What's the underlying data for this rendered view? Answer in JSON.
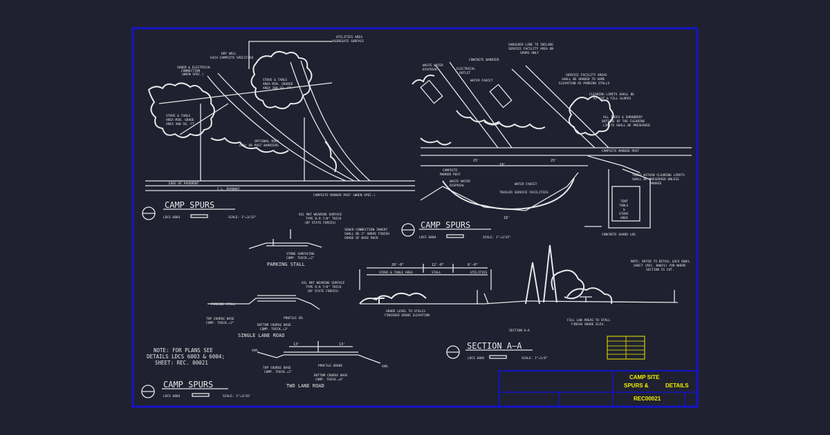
{
  "colors": {
    "background": "#1f2130",
    "linework": "#e8e8ea",
    "border": "#1414c8",
    "titleblock_text": "#f5f000"
  },
  "camp_spurs_plan": {
    "title": "CAMP SPURS",
    "ref": "LDCS 6003",
    "scale": "SCALE: 1\"=3/32\"",
    "labels": {
      "utilities_area": "UTILITIES AREA",
      "aggregate_surface": "AGGREGATE SURFACE",
      "dry_well": "DRY WELL",
      "each_campsite": "EACH CAMPSITE SPECIFIED",
      "sewer_elec": "SEWER & ELECTRICAL",
      "connection": "CONNECTION",
      "when_spec": "(WHEN SPEC.)",
      "stove_table_1": "STOVE & TABLE",
      "area_min_grade": "AREA MIN. GRADE",
      "area_sqft": "AREA 300 SQ. FT.",
      "stove_table_2": "STOVE & TABLE",
      "area_min_graded": "AREA MIN. GRADED",
      "area_sqft_2": "AREA 300 SQ. FT.",
      "optional_rock": "OPTIONAL ROCK",
      "post_barriers": "AND/ OR POST BARRIERS",
      "edge_pavement": "EDGE OF PAVEMENT",
      "cl_roadway": "C.L. ROADWAY",
      "marker_post": "CAMPSITE MARKER POST (WHEN SPEC.)"
    }
  },
  "camp_spurs_trailer": {
    "title": "CAMP SPURS",
    "ref": "LDCS 6004",
    "scale": "SCALE: 1\"=3/32\"",
    "labels": {
      "waste_water": "WASTE WATER",
      "disposal": "DISPOSAL",
      "electrical": "ELECTRICAL",
      "outlet": "OUTLET",
      "concrete_barrier": "CONCRETE BARRIER",
      "water_faucet": "WATER FAUCET",
      "shoulder_line": "SHOULDER LINE TO INCLUDE",
      "service_facility_area": "SERVICE FACILITY AREA ON",
      "spurs_only": "SPURS ONLY",
      "service_facility_areas": "SERVICE FACILITY AREAS",
      "shall_be_graded": "SHALL BE GRADED TO SAME",
      "elevation_parking": "ELEVATION AS PARKING STALLS",
      "clearing_limits": "CLEARING LIMITS SHALL BE",
      "at_cut_fill": "AT CUT & FILL SLOPES",
      "all_trees": "ALL TREES & SHRUBBERY",
      "outside_clearing": "OUTSIDE OF THE CLEARING",
      "limits_preserved": "LIMITS SHALL BE PRESERVED",
      "campsite_marker_post": "CAMPSITE MARKER POST",
      "dim_25a": "25'",
      "dim_10": "10'",
      "dim_25b": "25'",
      "campsite_marker": "CAMPSITE",
      "marker_post": "MARKER POST",
      "waste_water_disposal": "WASTE WATER",
      "disposal_2": "DISPOSAL",
      "water_faucet_2": "WATER FAUCET",
      "trailer_service": "TRAILER SERVICE FACILITIES",
      "trees_within": "TREES WITHIN CLEARING LIMITS",
      "shall_preserved_unless": "SHALL BE PRESERVED UNLESS",
      "marked": "MARKED",
      "tent": "TENT",
      "table": "TABLE",
      "amp": "&",
      "stove": "STOVE",
      "area": "AREA",
      "concrete_guard_log": "CONCRETE GUARD LOG",
      "dim_18": "18'"
    }
  },
  "parking_stall": {
    "title": "PARKING STALL",
    "labels": {
      "oil_mat": "OIL MAT WEARING SURFACE",
      "type": "TYPE D-R 7/8\" THICK",
      "by_state": "(BY STATE FORCES)",
      "sewer_invert": "SEWER CONNECTION INVERT",
      "shall_be": "SHALL BE 2\" ABOVE FINISH",
      "grade_base": "GRADE OF BASE ROCK",
      "stone_surfacing": "STONE SURFACING",
      "comp_thick": "COMP. THICK.=2\""
    }
  },
  "single_lane": {
    "title": "SINGLE LANE ROAD",
    "labels": {
      "oil_mat": "OIL MAT WEARING SURFACE",
      "type": "TYPE D-R 7/8\" THICK",
      "by_state": "(BY STATE FORCES)",
      "parking_stall": "PARKING STALL",
      "top_course": "TOP COURSE BASE",
      "top_thick": "COMP. THICK.=2\"",
      "bottom_course": "BOTTOM COURSE BASE",
      "bottom_thick": "COMP. THICK.=3\"",
      "profile_gr": "PROFILE GR."
    }
  },
  "two_lane": {
    "title": "TWO LANE ROAD",
    "labels": {
      "var_left": "VAR.",
      "var_right": "VAR.",
      "dim_l": "13'",
      "dim_r": "13'",
      "top_course": "TOP COURSE BASE",
      "top_thick": "COMP. THICK.=2\"",
      "profile_grade": "PROFILE GRADE",
      "bottom_course": "BOTTOM COURSE BASE",
      "bottom_thick": "COMP. THICK.=6\""
    }
  },
  "section_aa": {
    "title": "SECTION A–A",
    "ref": "LDCS 6005",
    "scale": "SCALE: 1\"=1/8\"",
    "caption": "SECTION A–A",
    "labels": {
      "dim_20": "20'-0\"",
      "dim_12": "12'-0\"",
      "dim_6": "6'-0\"",
      "stove_table_area": "STOVE & TABLE AREA",
      "stall": "STALL",
      "utilities": "UTILITIES",
      "note_refer": "NOTE: REFER TO DETAIL LDCS 6003,",
      "note_sheet": "SHEET (REC. 00021) FOR WHERE",
      "note_section": "SECTION IS CUT.",
      "grade_level": "GRADE LEVEL TO STALLS",
      "finished_grade": "FINISHED GRADE ELEVATION",
      "fill_low": "FILL LOW AREAS TO STALL",
      "finish_grade": "FINISH GRADE ELEV."
    }
  },
  "camp_spurs_lower": {
    "title": "CAMP SPURS",
    "ref": "LDCS 6003",
    "scale": "SCALE: 1\"=3/16\""
  },
  "note": {
    "line1": "NOTE: FOR PLANS SEE",
    "line2": "DETAILS LDCS 6003 & 6004;",
    "line3": "SHEET: REC. 00021"
  },
  "title_block": {
    "line1": "CAMP SITE",
    "line2a": "SPURS &",
    "line2b": "DETAILS",
    "sheet": "REC00021"
  }
}
